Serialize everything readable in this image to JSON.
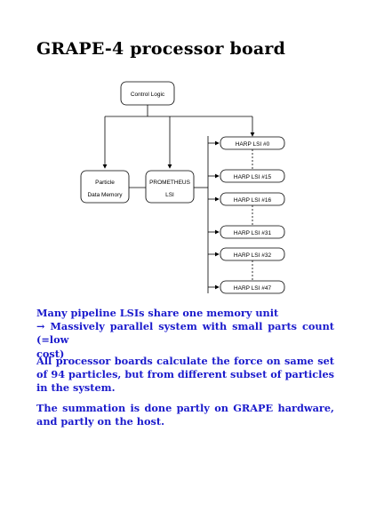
{
  "title": "GRAPE-4 processor board",
  "diagram": {
    "control": "Control Logic",
    "particle": [
      "Particle",
      "Data Memory"
    ],
    "prometheus": [
      "PROMETHEUS",
      "LSI"
    ],
    "harp": [
      "HARP LSI #0",
      "HARP LSI #15",
      "HARP LSI #16",
      "HARP LSI #31",
      "HARP LSI #32",
      "HARP LSI #47"
    ]
  },
  "paragraphs": {
    "p1_line1": "Many pipeline LSIs share one memory unit",
    "p1_line2": "→ Massively parallel system with small parts count (=low",
    "p1_line3": "cost)",
    "p2": "All processor boards calculate the force on same set of 94 particles, but from different subset of particles in the system.",
    "p3": "The summation is done partly on GRAPE hardware, and partly on the host."
  },
  "colors": {
    "text": "#000000",
    "accent": "#1a1acc"
  }
}
